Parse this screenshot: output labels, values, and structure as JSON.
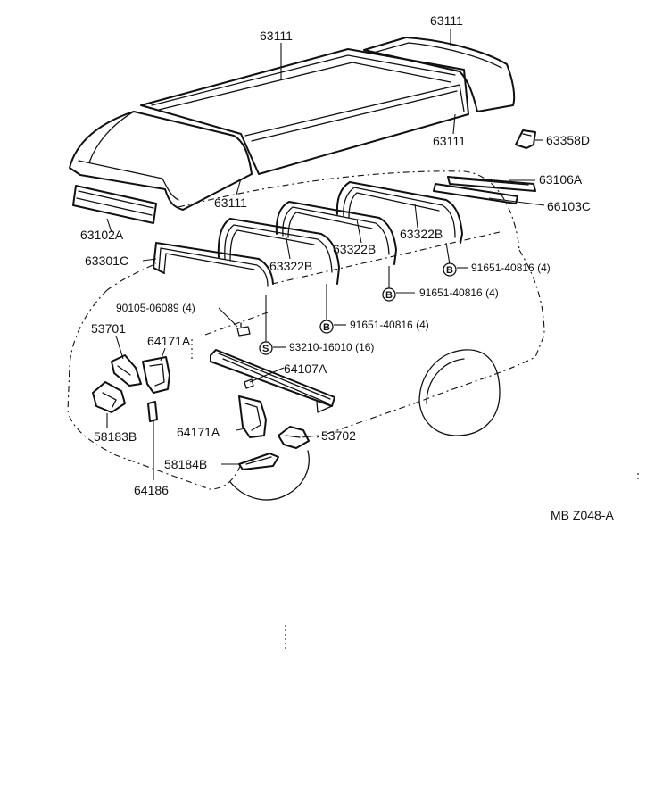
{
  "diagram": {
    "labels": {
      "p63111_top_center": "63111",
      "p63111_top_right": "63111",
      "p63111_mid_right": "63111",
      "p63111_left": "63111",
      "p63358D": "63358D",
      "p63106A": "63106A",
      "p66103C": "66103C",
      "p63102A": "63102A",
      "p63322B_right": "63322B",
      "p63322B_center": "63322B",
      "p63322B_left": "63322B",
      "p63301C": "63301C",
      "p91651_a": "91651-40816 (4)",
      "p91651_b": "91651-40816 (4)",
      "p91651_c": "91651-40816 (4)",
      "p90105": "90105-06089 (4)",
      "p93210": "93210-16010 (16)",
      "p53701": "53701",
      "p64171A_upper": "64171A",
      "p64107A": "64107A",
      "p64171A_lower": "64171A",
      "p53702": "53702",
      "p58183B": "58183B",
      "p58184B": "58184B",
      "p64186": "64186",
      "diagram_code": "MB Z048-A"
    },
    "markers": {
      "bolt_marker": "B",
      "screw_marker": "S"
    }
  }
}
